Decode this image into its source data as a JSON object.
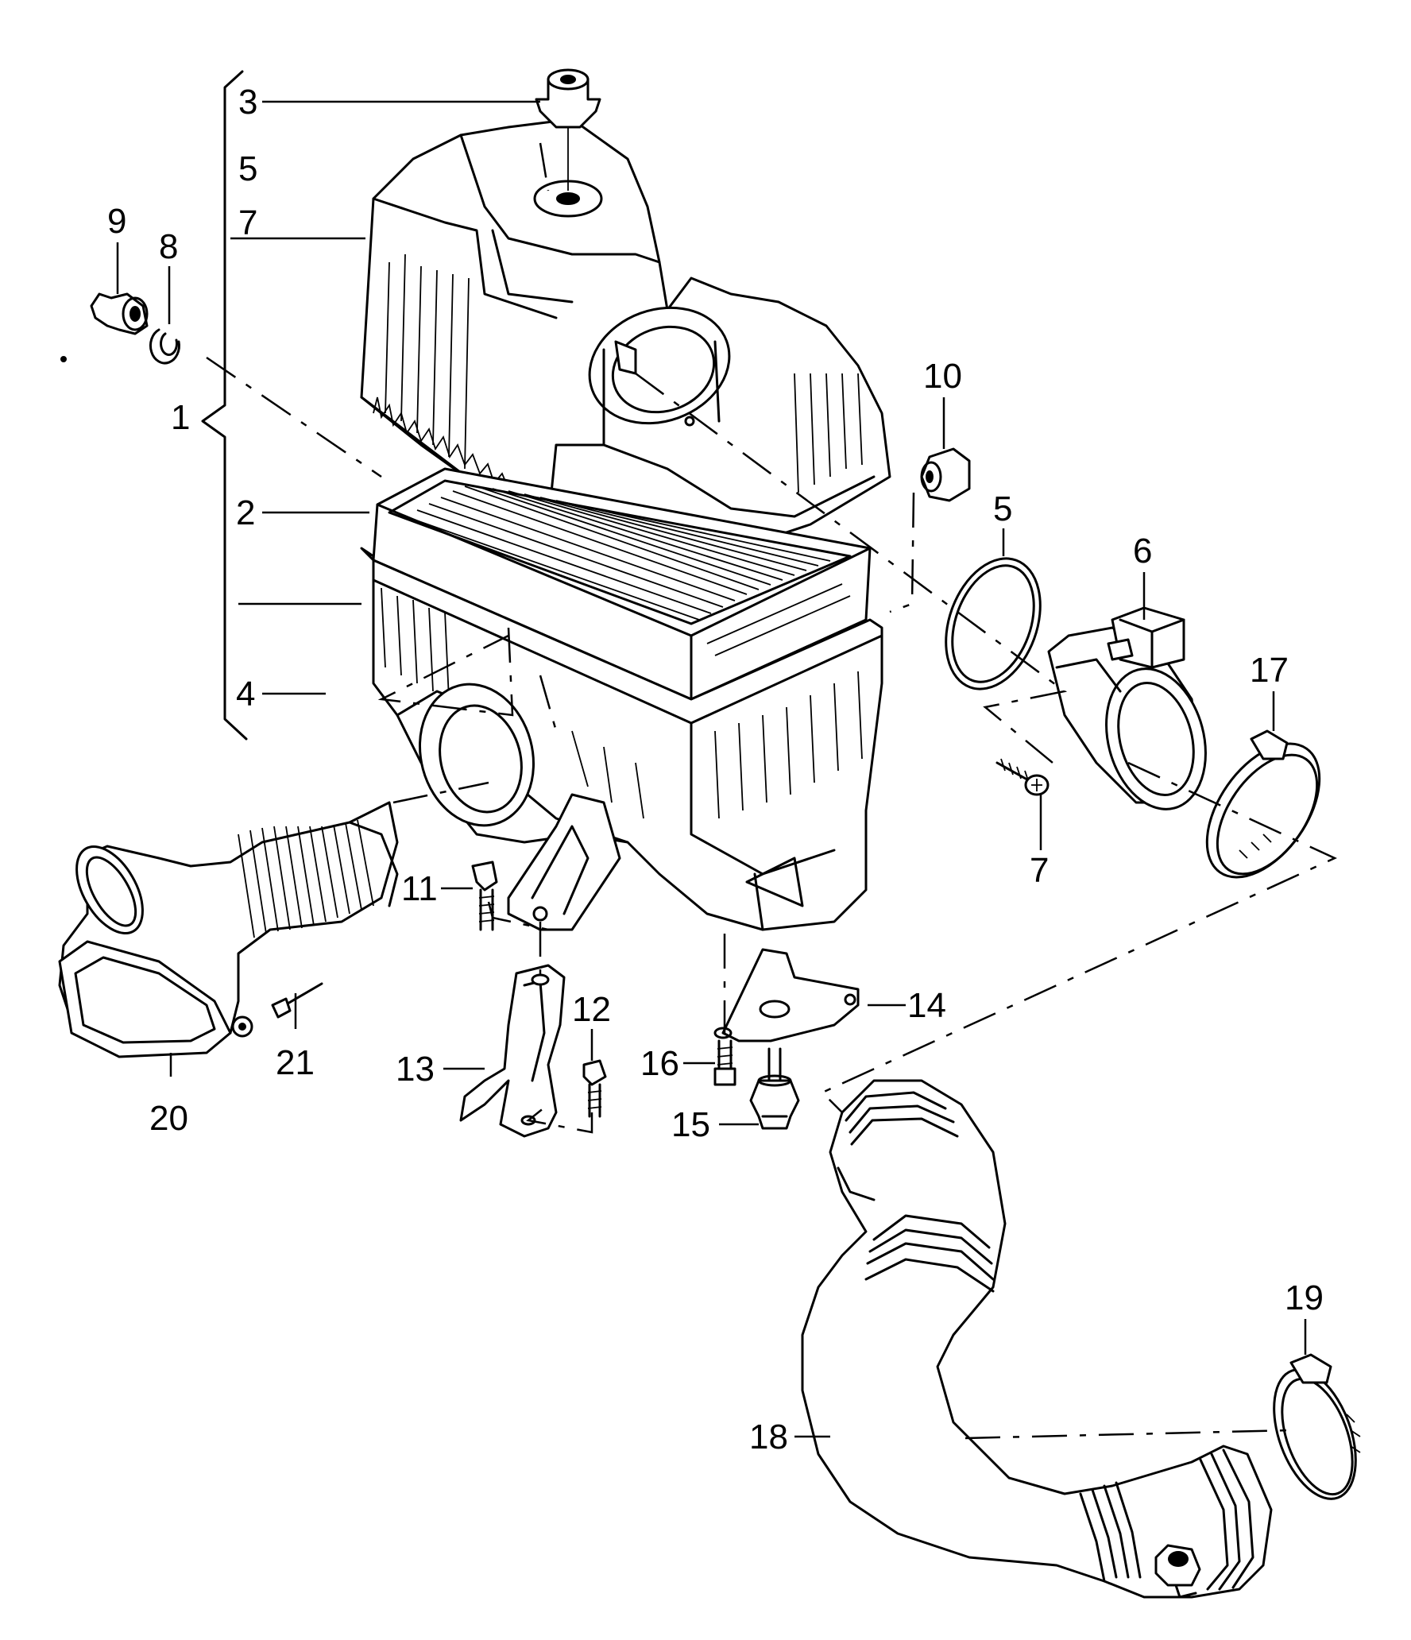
{
  "callouts": {
    "c1": "1",
    "c2": "2",
    "c3": "3",
    "c4": "4",
    "c5a": "5",
    "c5b": "5",
    "c6": "6",
    "c7a": "7",
    "c7b": "7",
    "c8": "8",
    "c9": "9",
    "c10": "10",
    "c11": "11",
    "c12": "12",
    "c13": "13",
    "c14": "14",
    "c15": "15",
    "c16": "16",
    "c17": "17",
    "c18": "18",
    "c19": "19",
    "c20": "20",
    "c21": "21"
  }
}
